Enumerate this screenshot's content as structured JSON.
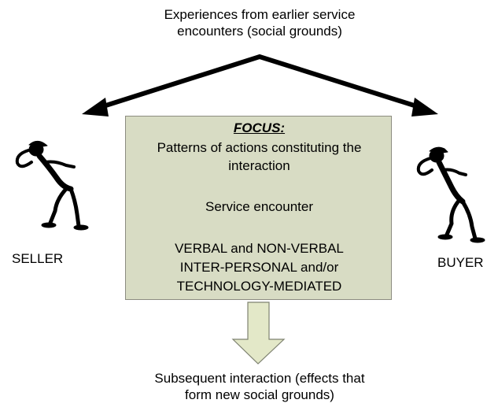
{
  "top_caption": {
    "line1": "Experiences from earlier service",
    "line2": "encounters (social grounds)"
  },
  "focus_box": {
    "title": "FOCUS:",
    "line1": "Patterns of actions constituting the",
    "line2": "interaction",
    "encounter_label": "Service encounter",
    "modes": [
      "VERBAL and NON-VERBAL",
      "INTER-PERSONAL and/or",
      "TECHNOLOGY-MEDIATED"
    ],
    "fill_color": "#d8dcc4"
  },
  "left_actor": {
    "label": "SELLER"
  },
  "right_actor": {
    "label": "BUYER"
  },
  "bottom_caption": {
    "line1": "Subsequent interaction (effects that",
    "line2": "form new social grounds)"
  },
  "icons": {
    "seller_figure": "stick-figure-listening-icon",
    "buyer_figure": "stick-figure-listening-icon"
  }
}
